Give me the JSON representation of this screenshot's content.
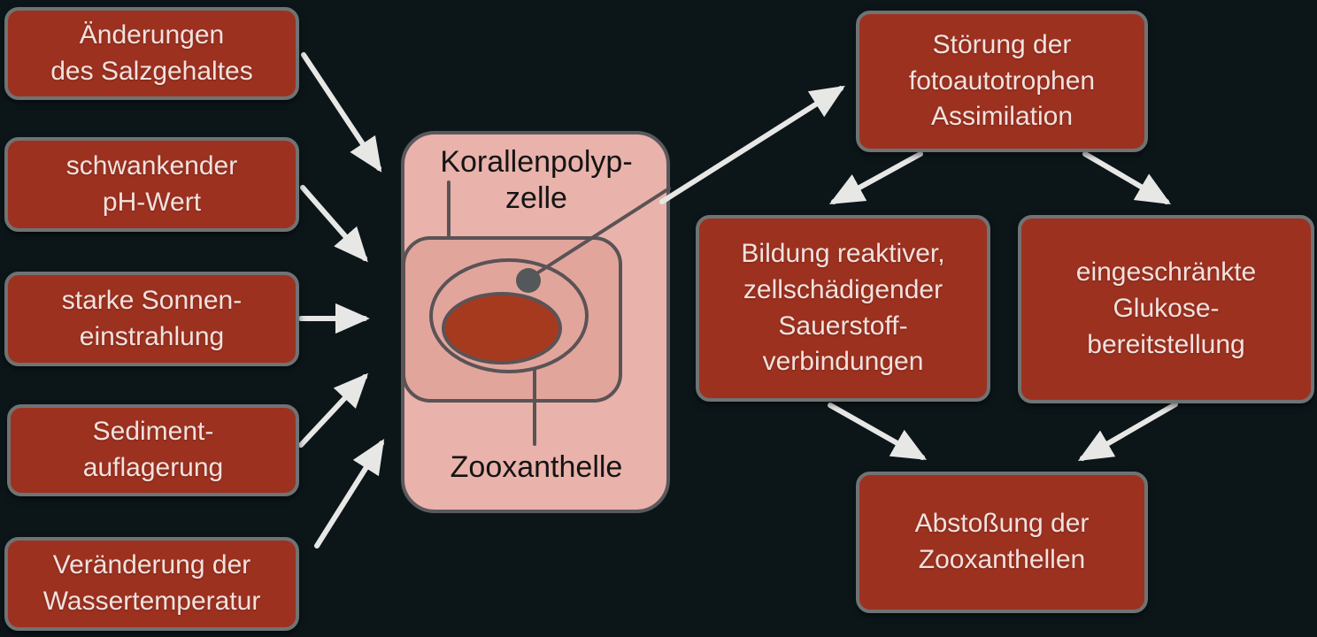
{
  "colors": {
    "bg": "#0c1619",
    "box_fill": "#9d3120",
    "box_border": "#6f7374",
    "box_text": "#f3e1dd",
    "arrow": "#e7e8e6",
    "cell_fill": "#e9b2ab",
    "cell_inner_fill": "#e1a59c",
    "organelle_fill": "#a63a1e",
    "dark_line": "#5a5356",
    "cell_text": "#141414"
  },
  "stressors": [
    {
      "label": "Änderungen\ndes Salzgehaltes"
    },
    {
      "label": "schwankender\npH-Wert"
    },
    {
      "label": "starke Sonnen-\neinstrahlung"
    },
    {
      "label": "Sediment-\nauflagerung"
    },
    {
      "label": "Veränderung der\nWassertemperatur"
    }
  ],
  "cell": {
    "title": "Korallenpolyp-\nzelle",
    "organelle_label": "Zooxanthelle"
  },
  "effects": [
    {
      "label": "Störung der\nfotoautotrophen\nAssimilation"
    },
    {
      "label": "Bildung reaktiver,\nzellschädigender\nSauerstoff-\nverbindungen"
    },
    {
      "label": "eingeschränkte\nGlukose-\nbereitstellung"
    },
    {
      "label": "Abstoßung der\nZooxanthellen"
    }
  ],
  "connections": [
    {
      "from": "Änderungen des Salzgehaltes",
      "to": "Korallenpolypzelle"
    },
    {
      "from": "schwankender pH-Wert",
      "to": "Korallenpolypzelle"
    },
    {
      "from": "starke Sonnen-einstrahlung",
      "to": "Korallenpolypzelle"
    },
    {
      "from": "Sediment-auflagerung",
      "to": "Korallenpolypzelle"
    },
    {
      "from": "Veränderung der Wassertemperatur",
      "to": "Korallenpolypzelle"
    },
    {
      "from": "Zooxanthelle",
      "to": "Störung der fotoautotrophen Assimilation"
    },
    {
      "from": "Störung der fotoautotrophen Assimilation",
      "to": "Bildung reaktiver, zellschädigender Sauerstoffverbindungen"
    },
    {
      "from": "Störung der fotoautotrophen Assimilation",
      "to": "eingeschränkte Glukosebereitstellung"
    },
    {
      "from": "Bildung reaktiver, zellschädigender Sauerstoffverbindungen",
      "to": "Abstoßung der Zooxanthellen"
    },
    {
      "from": "eingeschränkte Glukosebereitstellung",
      "to": "Abstoßung der Zooxanthellen"
    }
  ]
}
